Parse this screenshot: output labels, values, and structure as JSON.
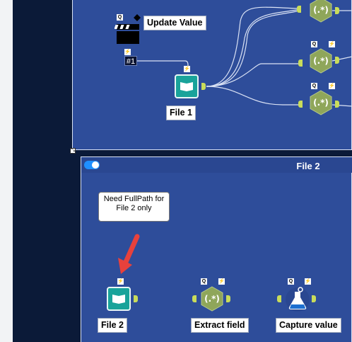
{
  "top_container": {
    "nodes": {
      "update_value_label": "Update Value",
      "file1_label": "File 1",
      "counter": "#1"
    }
  },
  "bottom_container": {
    "title": "File 2",
    "comment": "Need FullPath for File 2 only",
    "nodes": {
      "file2_label": "File 2",
      "extract_label": "Extract field",
      "capture_label": "Capture value"
    }
  },
  "regex_glyph": "(.*)",
  "badges": {
    "quality": "Q",
    "run": "⚡"
  },
  "colors": {
    "canvas": "#2e4d9a",
    "background": "#0b1a38",
    "input_tool": "#19a39a",
    "parse_tool": "#8fa65a",
    "connector": "#c9dc5a",
    "arrow": "#e8413c"
  },
  "icons": {
    "file_input": "open-book-icon",
    "regex": "regex-hexagon-icon",
    "formula": "flask-icon",
    "update_value": "clapperboard-icon",
    "arrow": "red-arrow-icon"
  }
}
